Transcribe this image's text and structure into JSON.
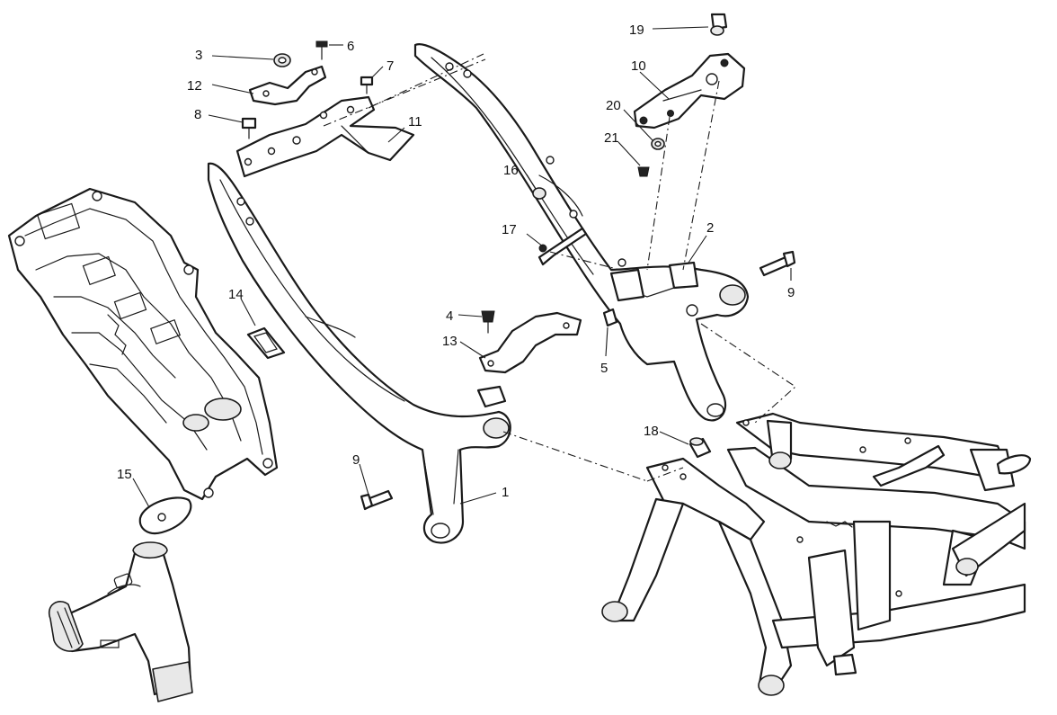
{
  "callouts": [
    {
      "id": "3",
      "label": "3"
    },
    {
      "id": "6",
      "label": "6"
    },
    {
      "id": "12",
      "label": "12"
    },
    {
      "id": "7",
      "label": "7"
    },
    {
      "id": "8",
      "label": "8"
    },
    {
      "id": "11",
      "label": "11"
    },
    {
      "id": "19",
      "label": "19"
    },
    {
      "id": "10",
      "label": "10"
    },
    {
      "id": "20",
      "label": "20"
    },
    {
      "id": "21",
      "label": "21"
    },
    {
      "id": "16",
      "label": "16"
    },
    {
      "id": "17",
      "label": "17"
    },
    {
      "id": "2",
      "label": "2"
    },
    {
      "id": "9a",
      "label": "9"
    },
    {
      "id": "14",
      "label": "14"
    },
    {
      "id": "4",
      "label": "4"
    },
    {
      "id": "13",
      "label": "13"
    },
    {
      "id": "5",
      "label": "5"
    },
    {
      "id": "18",
      "label": "18"
    },
    {
      "id": "9b",
      "label": "9"
    },
    {
      "id": "1",
      "label": "1"
    },
    {
      "id": "15",
      "label": "15"
    }
  ],
  "colors": {
    "line": "#1a1a1a",
    "background": "#ffffff"
  }
}
